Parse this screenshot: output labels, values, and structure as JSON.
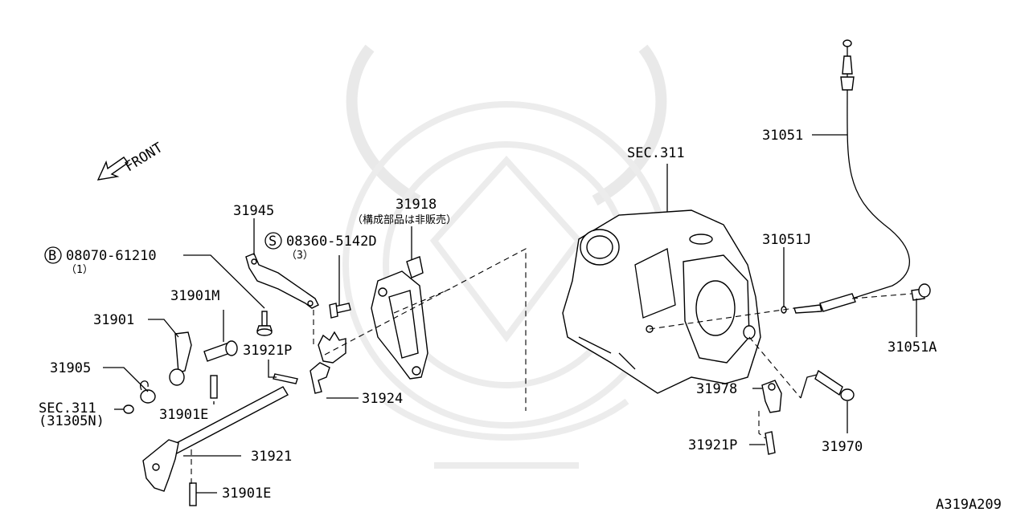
{
  "diagram": {
    "front_label": "FRONT",
    "diagram_code": "A319A209",
    "callouts": [
      {
        "id": "31945",
        "text": "31945"
      },
      {
        "id": "31918",
        "text": "31918"
      },
      {
        "id": "31918-note",
        "text": "（構成部品は非販売）"
      },
      {
        "id": "bolt-b",
        "symbol": "B",
        "text": "08070-61210"
      },
      {
        "id": "bolt-b-qty",
        "text": "（1）"
      },
      {
        "id": "screw-s",
        "symbol": "S",
        "text": "08360-5142D"
      },
      {
        "id": "screw-s-qty",
        "text": "（3）"
      },
      {
        "id": "31901M",
        "text": "31901M"
      },
      {
        "id": "31901",
        "text": "31901"
      },
      {
        "id": "31921P-a",
        "text": "31921P"
      },
      {
        "id": "31905",
        "text": "31905"
      },
      {
        "id": "sec311-a",
        "text": "SEC.311"
      },
      {
        "id": "sec311-a-sub",
        "text": "(31305N)"
      },
      {
        "id": "31901E-a",
        "text": "31901E"
      },
      {
        "id": "31924",
        "text": "31924"
      },
      {
        "id": "31921",
        "text": "31921"
      },
      {
        "id": "31901E-b",
        "text": "31901E"
      },
      {
        "id": "sec311-b",
        "text": "SEC.311"
      },
      {
        "id": "31051",
        "text": "31051"
      },
      {
        "id": "31051J",
        "text": "31051J"
      },
      {
        "id": "31051A",
        "text": "31051A"
      },
      {
        "id": "31978",
        "text": "31978"
      },
      {
        "id": "31921P-b",
        "text": "31921P"
      },
      {
        "id": "31970",
        "text": "31970"
      }
    ]
  }
}
